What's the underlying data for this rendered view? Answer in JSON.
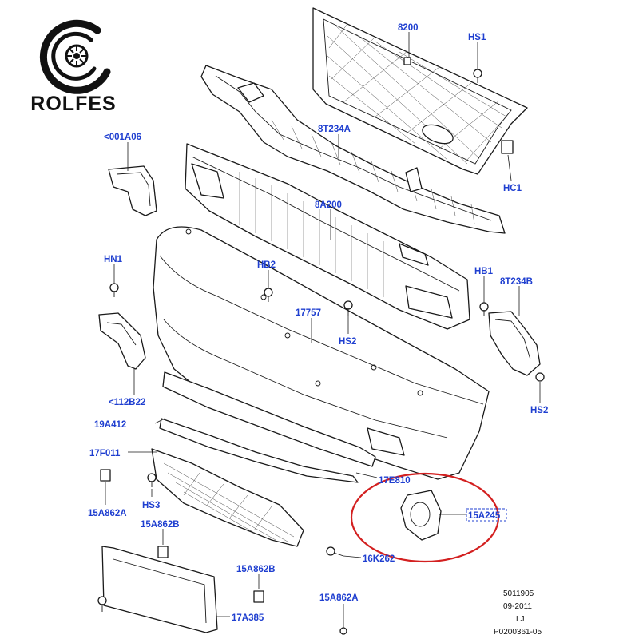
{
  "brand": {
    "name": "ROLFES",
    "logo_icon": "turbo-wheel-icon"
  },
  "colors": {
    "label": "#1f3fd0",
    "highlight": "#d32020",
    "line": "#1a1a1a"
  },
  "labels": {
    "grille": "8200",
    "hs1": "HS1",
    "hc1": "HC1",
    "upper_bracket": "8T234A",
    "left_bracket": "<001A06",
    "reinforcement": "8A200",
    "hn1": "HN1",
    "hb2": "HB2",
    "bumper_cover": "17757",
    "hs2_center": "HS2",
    "hb1": "HB1",
    "side_bracket": "8T234B",
    "hs2_right": "HS2",
    "left_guide": "<112B22",
    "lower_trim": "19A412",
    "lower_grille": "17F011",
    "fog_surround_label": "17E810",
    "fog_bezel": "15A245",
    "clip_a": "15A862A",
    "hs3": "HS3",
    "clip_b_upper": "15A862B",
    "screw": "16K262",
    "clip_b_lower": "15A862B",
    "clip_a_lower": "15A862A",
    "plate_bracket": "17A385"
  },
  "reference": {
    "code": "5011905",
    "date": "09-2011",
    "initials": "LJ",
    "drawing_no": "P0200361-05"
  }
}
